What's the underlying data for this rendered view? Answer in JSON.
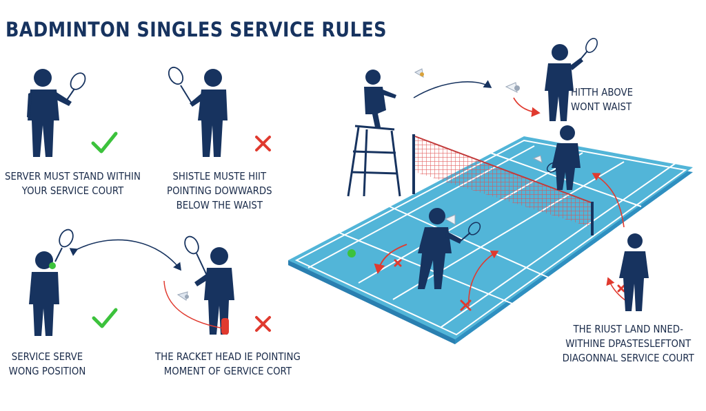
{
  "title": "BADMINTON SINGLES SERVICE RULES",
  "captions": {
    "server_position": [
      "SERVER MUST STAND WITHIN",
      "YOUR SERVICE COURT"
    ],
    "shuttle_below_waist": [
      "SHISTLE MUSTE HIIT",
      "POINTING DOWWARDS",
      "BELOW THE WAIST"
    ],
    "wrong_position": [
      "SERVICE SERVE",
      "WONG POSITION"
    ],
    "racket_head": [
      "THE RACKET HEAD IE POINTING",
      "MOMENT OF GERVICE CORT"
    ],
    "hit_above_waist": [
      "HITTH ABOVE",
      "WONT WAIST"
    ],
    "land_diagonal": [
      "THE RIUST LAND NNED-",
      "WITHINE DPASTESLEFTONT",
      "DIAGONNAL SERVICE COURT"
    ]
  },
  "icons": {
    "correct": "check-mark-icon",
    "incorrect": "cross-mark-icon"
  },
  "colors": {
    "navy": "#17335f",
    "court": "#52b5d8",
    "court_dark": "#2f8fc0",
    "check": "#3cc23c",
    "cross": "#e03a2f",
    "net": "#e05050"
  }
}
